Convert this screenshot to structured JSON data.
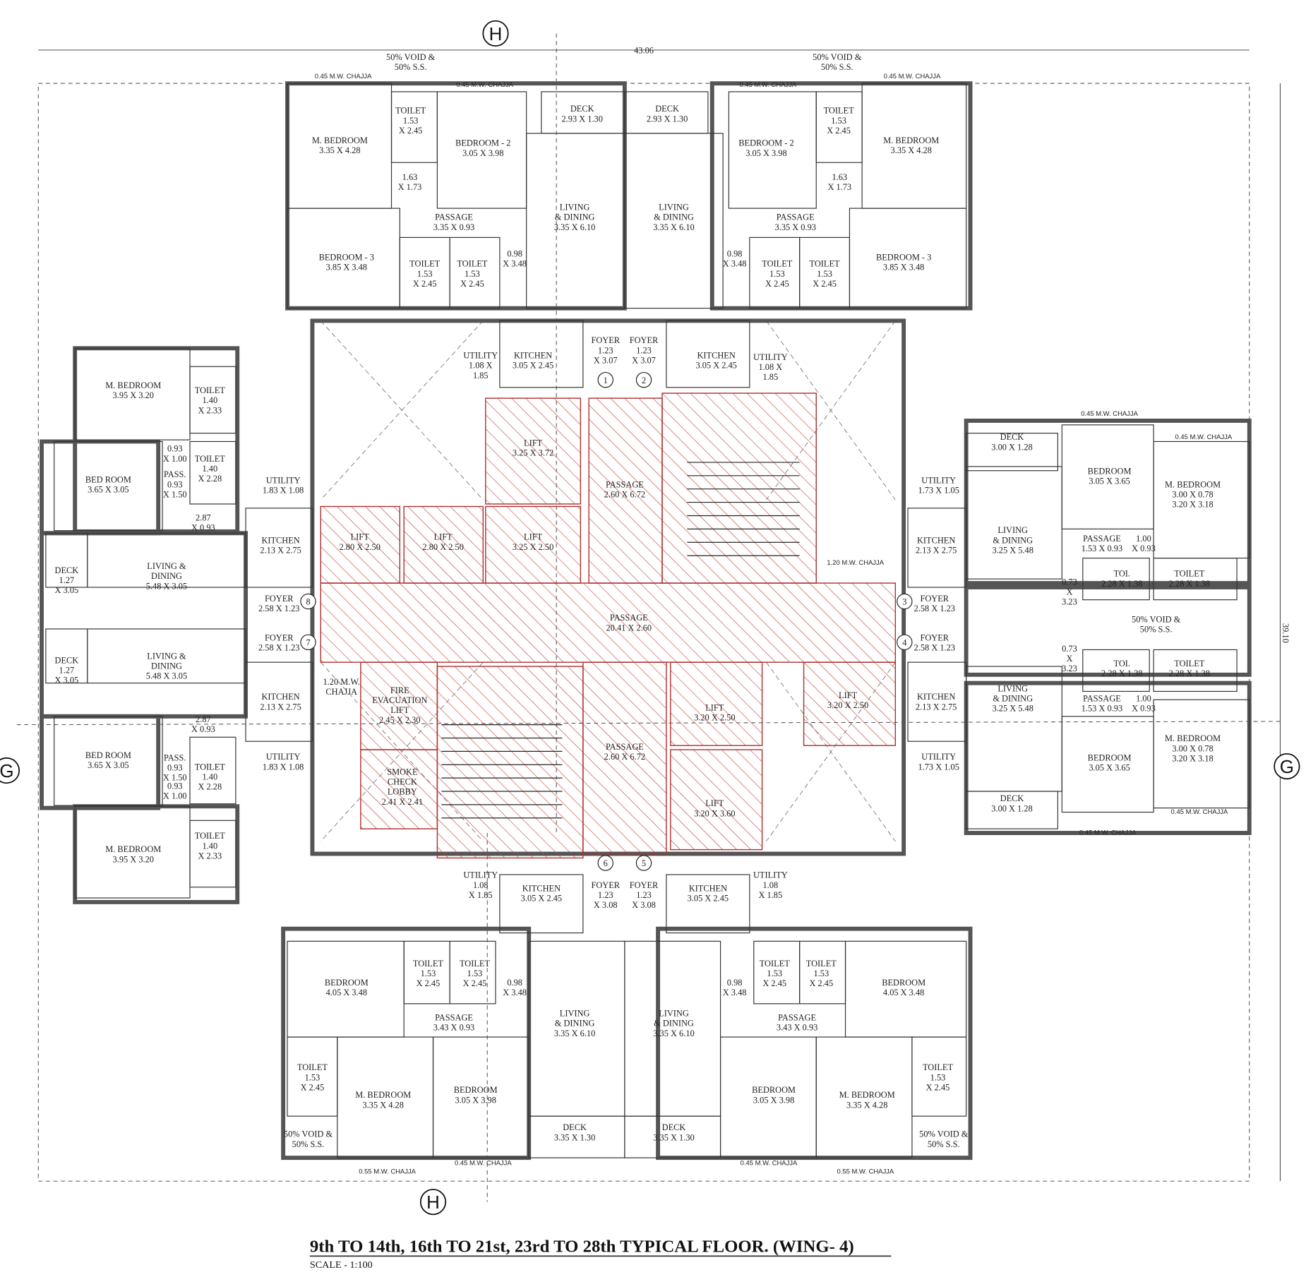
{
  "title": "9th TO 14th, 16th TO 21st, 23rd TO 28th TYPICAL FLOOR. (WING- 4)",
  "scale": "SCALE - 1:100",
  "overall_dimensions": {
    "width": "43.06",
    "height": "39.10"
  },
  "section_markers": {
    "top": "H",
    "bottom": "H",
    "left": "G",
    "right": "G"
  },
  "unit_numbers": [
    "1",
    "2",
    "3",
    "4",
    "5",
    "6",
    "7",
    "8"
  ],
  "colors": {
    "hatch": "#c0392b",
    "wall": "#555555",
    "line": "#333333"
  },
  "rooms": [
    [
      "M. BEDROOM",
      "3.35 X 4.28"
    ],
    [
      "TOILET",
      "1.53",
      "X 2.45"
    ],
    [
      "1.63",
      "X 1.73"
    ],
    [
      "BEDROOM - 2",
      "3.05 X 3.98"
    ],
    [
      "DECK",
      "2.93 X 1.30"
    ],
    [
      "LIVING",
      "& DINING",
      "3.35 X 6.10"
    ],
    [
      "PASSAGE",
      "3.35 X 0.93"
    ],
    [
      "BEDROOM - 3",
      "3.85 X 3.48"
    ],
    [
      "TOILET",
      "1.53",
      "X 2.45"
    ],
    [
      "TOILET",
      "1.53",
      "X 2.45"
    ],
    [
      "0.98",
      "X 3.48"
    ],
    [
      "0.45 M.W. CHAJJA"
    ],
    [
      "0.45 M.W. CHAJJA"
    ],
    [
      "M. BEDROOM",
      "3.35 X 4.28"
    ],
    [
      "TOILET",
      "1.53",
      "X 2.45"
    ],
    [
      "1.63",
      "X 1.73"
    ],
    [
      "BEDROOM - 2",
      "3.05 X 3.98"
    ],
    [
      "DECK",
      "2.93 X 1.30"
    ],
    [
      "LIVING",
      "& DINING",
      "3.35 X 6.10"
    ],
    [
      "PASSAGE",
      "3.35 X 0.93"
    ],
    [
      "BEDROOM - 3",
      "3.85 X 3.48"
    ],
    [
      "TOILET",
      "1.53",
      "X 2.45"
    ],
    [
      "TOILET",
      "1.53",
      "X 2.45"
    ],
    [
      "0.98",
      "X 3.48"
    ],
    [
      "0.45 M.W. CHAJJA"
    ],
    [
      "0.45 M.W. CHAJJA"
    ],
    [
      "FOYER",
      "1.23",
      "X 3.07"
    ],
    [
      "FOYER",
      "1.23",
      "X 3.07"
    ],
    [
      "KITCHEN",
      "3.05 X 2.45"
    ],
    [
      "KITCHEN",
      "3.05 X 2.45"
    ],
    [
      "UTILITY",
      "1.08 X",
      "1.85"
    ],
    [
      "UTILITY",
      "1.08 X",
      "1.85"
    ],
    [
      "LIFT",
      "3.25 X 3.72"
    ],
    [
      "LIFT",
      "2.80 X 2.50"
    ],
    [
      "LIFT",
      "2.80 X 2.50"
    ],
    [
      "LIFT",
      "3.25 X 2.50"
    ],
    [
      "PASSAGE",
      "2.60 X 6.72"
    ],
    [
      "PASSAGE",
      "20.41 X 2.60"
    ],
    [
      "FIRE",
      "EVACUATION",
      "LIFT",
      "2.45 X 2.30"
    ],
    [
      "SMOKE",
      "CHECK",
      "LOBBY",
      "2.41 X 2.41"
    ],
    [
      "PASSAGE",
      "2.60 X 6.72"
    ],
    [
      "LIFT",
      "3.20 X 2.50"
    ],
    [
      "LIFT",
      "3.20 X 2.50"
    ],
    [
      "LIFT",
      "3.20 X 3.60"
    ],
    [
      "1.20 M.W.",
      "CHAJJA"
    ],
    [
      "1.20 M.W. CHAJJA"
    ],
    [
      "M. BEDROOM",
      "3.95 X 3.20"
    ],
    [
      "TOILET",
      "1.40",
      "X 2.33"
    ],
    [
      "BED ROOM",
      "3.65 X 3.05"
    ],
    [
      "TOILET",
      "1.40",
      "X 2.28"
    ],
    [
      "0.93",
      "X 1.00"
    ],
    [
      "PASS.",
      "0.93",
      "X 1.50"
    ],
    [
      "UTILITY",
      "1.83 X 1.08"
    ],
    [
      "2.87",
      "X 0.93"
    ],
    [
      "KITCHEN",
      "2.13 X 2.75"
    ],
    [
      "DECK",
      "1.27",
      "X 3.05"
    ],
    [
      "LIVING &",
      "DINING",
      "5.48 X 3.05"
    ],
    [
      "FOYER",
      "2.58 X 1.23"
    ],
    [
      "FOYER",
      "2.58 X 1.23"
    ],
    [
      "DECK",
      "1.27",
      "X 3.05"
    ],
    [
      "LIVING &",
      "DINING",
      "5.48 X 3.05"
    ],
    [
      "KITCHEN",
      "2.13 X 2.75"
    ],
    [
      "2.87",
      "X 0.93"
    ],
    [
      "BED ROOM",
      "3.65 X 3.05"
    ],
    [
      "PASS.",
      "0.93",
      "X 1.50"
    ],
    [
      "0.93",
      "X 1.00"
    ],
    [
      "TOILET",
      "1.40",
      "X 2.28"
    ],
    [
      "UTILITY",
      "1.83 X 1.08"
    ],
    [
      "M. BEDROOM",
      "3.95 X 3.20"
    ],
    [
      "TOILET",
      "1.40",
      "X 2.33"
    ],
    [
      "DECK",
      "3.00 X 1.28"
    ],
    [
      "BEDROOM",
      "3.05 X 3.65"
    ],
    [
      "M. BEDROOM",
      "3.00 X 0.78",
      "3.20 X 3.18"
    ],
    [
      "UTILITY",
      "1.73 X 1.05"
    ],
    [
      "LIVING",
      "& DINING",
      "3.25 X 5.48"
    ],
    [
      "KITCHEN",
      "2.13 X 2.75"
    ],
    [
      "PASSAGE",
      "1.53 X 0.93"
    ],
    [
      "1.00",
      "X 0.93"
    ],
    [
      "TOI.",
      "2.28 X 1.38"
    ],
    [
      "TOILET",
      "2.28 X 1.38"
    ],
    [
      "0.73",
      "X",
      "3.23"
    ],
    [
      "FOYER",
      "2.58 X 1.23"
    ],
    [
      "50% VOID &",
      "50% S.S."
    ],
    [
      "FOYER",
      "2.58 X 1.23"
    ],
    [
      "0.73",
      "X",
      "3.23"
    ],
    [
      "TOI.",
      "2.28 X 1.38"
    ],
    [
      "TOILET",
      "2.28 X 1.38"
    ],
    [
      "LIVING",
      "& DINING",
      "3.25 X 5.48"
    ],
    [
      "KITCHEN",
      "2.13 X 2.75"
    ],
    [
      "PASSAGE",
      "1.53 X 0.93"
    ],
    [
      "1.00",
      "X 0.93"
    ],
    [
      "M. BEDROOM",
      "3.00 X 0.78",
      "3.20 X 3.18"
    ],
    [
      "BEDROOM",
      "3.05 X 3.65"
    ],
    [
      "UTILITY",
      "1.73 X 1.05"
    ],
    [
      "DECK",
      "3.00 X 1.28"
    ],
    [
      "0.45 M.W. CHAJJA"
    ],
    [
      "0.45 M.W. CHAJJA"
    ],
    [
      "0.45 M.W. CHAJJA"
    ],
    [
      "0.45 M.W. CHAJJA"
    ],
    [
      "KITCHEN",
      "3.05 X 2.45"
    ],
    [
      "KITCHEN",
      "3.05 X 2.45"
    ],
    [
      "FOYER",
      "1.23",
      "X 3.08"
    ],
    [
      "FOYER",
      "1.23",
      "X 3.08"
    ],
    [
      "UTILITY",
      "1.08",
      "X 1.85"
    ],
    [
      "UTILITY",
      "1.08",
      "X 1.85"
    ],
    [
      "BEDROOM",
      "4.05 X 3.48"
    ],
    [
      "BEDROOM",
      "4.05 X 3.48"
    ],
    [
      "TOILET",
      "1.53",
      "X 2.45"
    ],
    [
      "TOILET",
      "1.53",
      "X 2.45"
    ],
    [
      "TOILET",
      "1.53",
      "X 2.45"
    ],
    [
      "TOILET",
      "1.53",
      "X 2.45"
    ],
    [
      "0.98",
      "X 3.48"
    ],
    [
      "0.98",
      "X 3.48"
    ],
    [
      "PASSAGE",
      "3.43 X 0.93"
    ],
    [
      "PASSAGE",
      "3.43 X 0.93"
    ],
    [
      "LIVING",
      "& DINING",
      "3.35 X 6.10"
    ],
    [
      "LIVING",
      "& DINING",
      "3.35 X 6.10"
    ],
    [
      "TOILET",
      "1.53",
      "X 2.45"
    ],
    [
      "TOILET",
      "1.53",
      "X 2.45"
    ],
    [
      "M. BEDROOM",
      "3.35 X 4.28"
    ],
    [
      "M. BEDROOM",
      "3.35 X 4.28"
    ],
    [
      "BEDROOM",
      "3.05 X 3.98"
    ],
    [
      "BEDROOM",
      "3.05 X 3.98"
    ],
    [
      "DECK",
      "3.35 X 1.30"
    ],
    [
      "DECK",
      "3.35 X 1.30"
    ],
    [
      "0.45 M.W. CHAJJA"
    ],
    [
      "0.45 M.W. CHAJJA"
    ],
    [
      "0.55 M.W. CHAJJA"
    ],
    [
      "0.55 M.W. CHAJJA"
    ],
    [
      "50% VOID &",
      "50% S.S."
    ],
    [
      "50% VOID &",
      "50% S.S."
    ],
    [
      "50% VOID &",
      "50% S.S."
    ],
    [
      "50% VOID &",
      "50% S.S."
    ]
  ]
}
